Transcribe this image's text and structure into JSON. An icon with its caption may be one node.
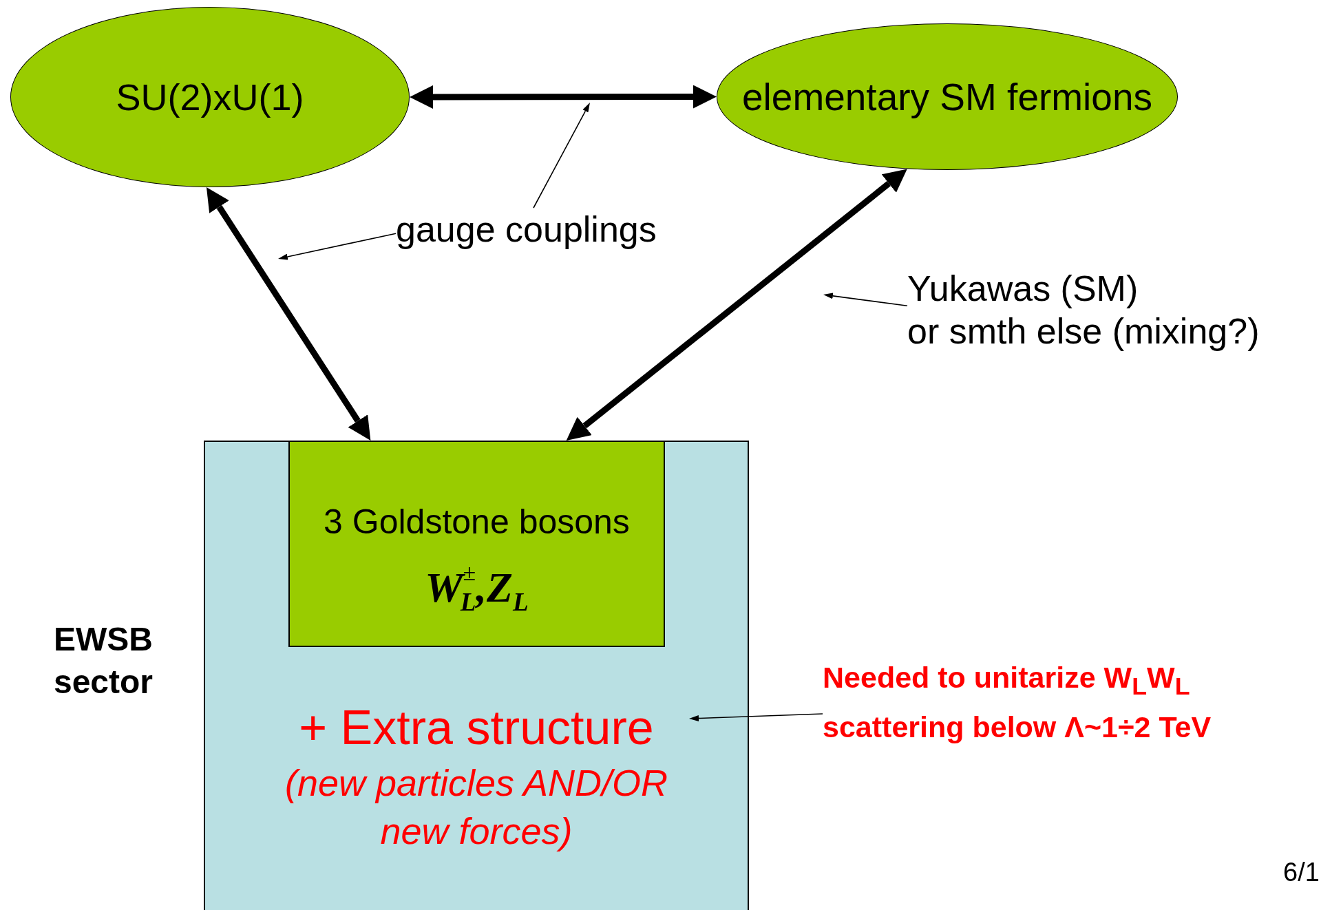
{
  "diagram": {
    "nodes": [
      {
        "text": [
          "SU(2)xU(1)"
        ]
      },
      {
        "text": [
          "elementary SM fermions"
        ]
      },
      {
        "text": [
          "+ Extra structure",
          "(new particles AND/OR new forces)"
        ],
        "beside": [
          "EWSB sector"
        ]
      },
      {
        "text": [
          "3 Goldstone bosons",
          "W$^{±}$$_{L}$,Z$_{L}$"
        ],
        "in": 2
      },
      {
        "text": [
          "gauge couplings"
        ]
      },
      {
        "text": [
          "Yukawas (SM)",
          "or smth else (mixing?)"
        ]
      },
      {
        "text": [
          "Needed to unitarize W$_{L}$W$_{L}$ scattering below Λ~1÷2 TeV"
        ]
      }
    ],
    "edges": [
      {
        "from": 0,
        "to": 1,
        "arrow": "both",
        "style": "thick"
      },
      {
        "from": 0,
        "to": 2,
        "arrow": "both",
        "style": "thick"
      },
      {
        "from": 1,
        "to": 2,
        "arrow": "both",
        "style": "thick"
      },
      {
        "from": 4,
        "to": null,
        "arrow": "to"
      },
      {
        "from": 4,
        "to": null,
        "arrow": "to"
      },
      {
        "from": 5,
        "to": null,
        "arrow": "to"
      },
      {
        "from": 6,
        "to": null,
        "arrow": "to"
      }
    ],
    "labels": [
      "6/1"
    ]
  }
}
